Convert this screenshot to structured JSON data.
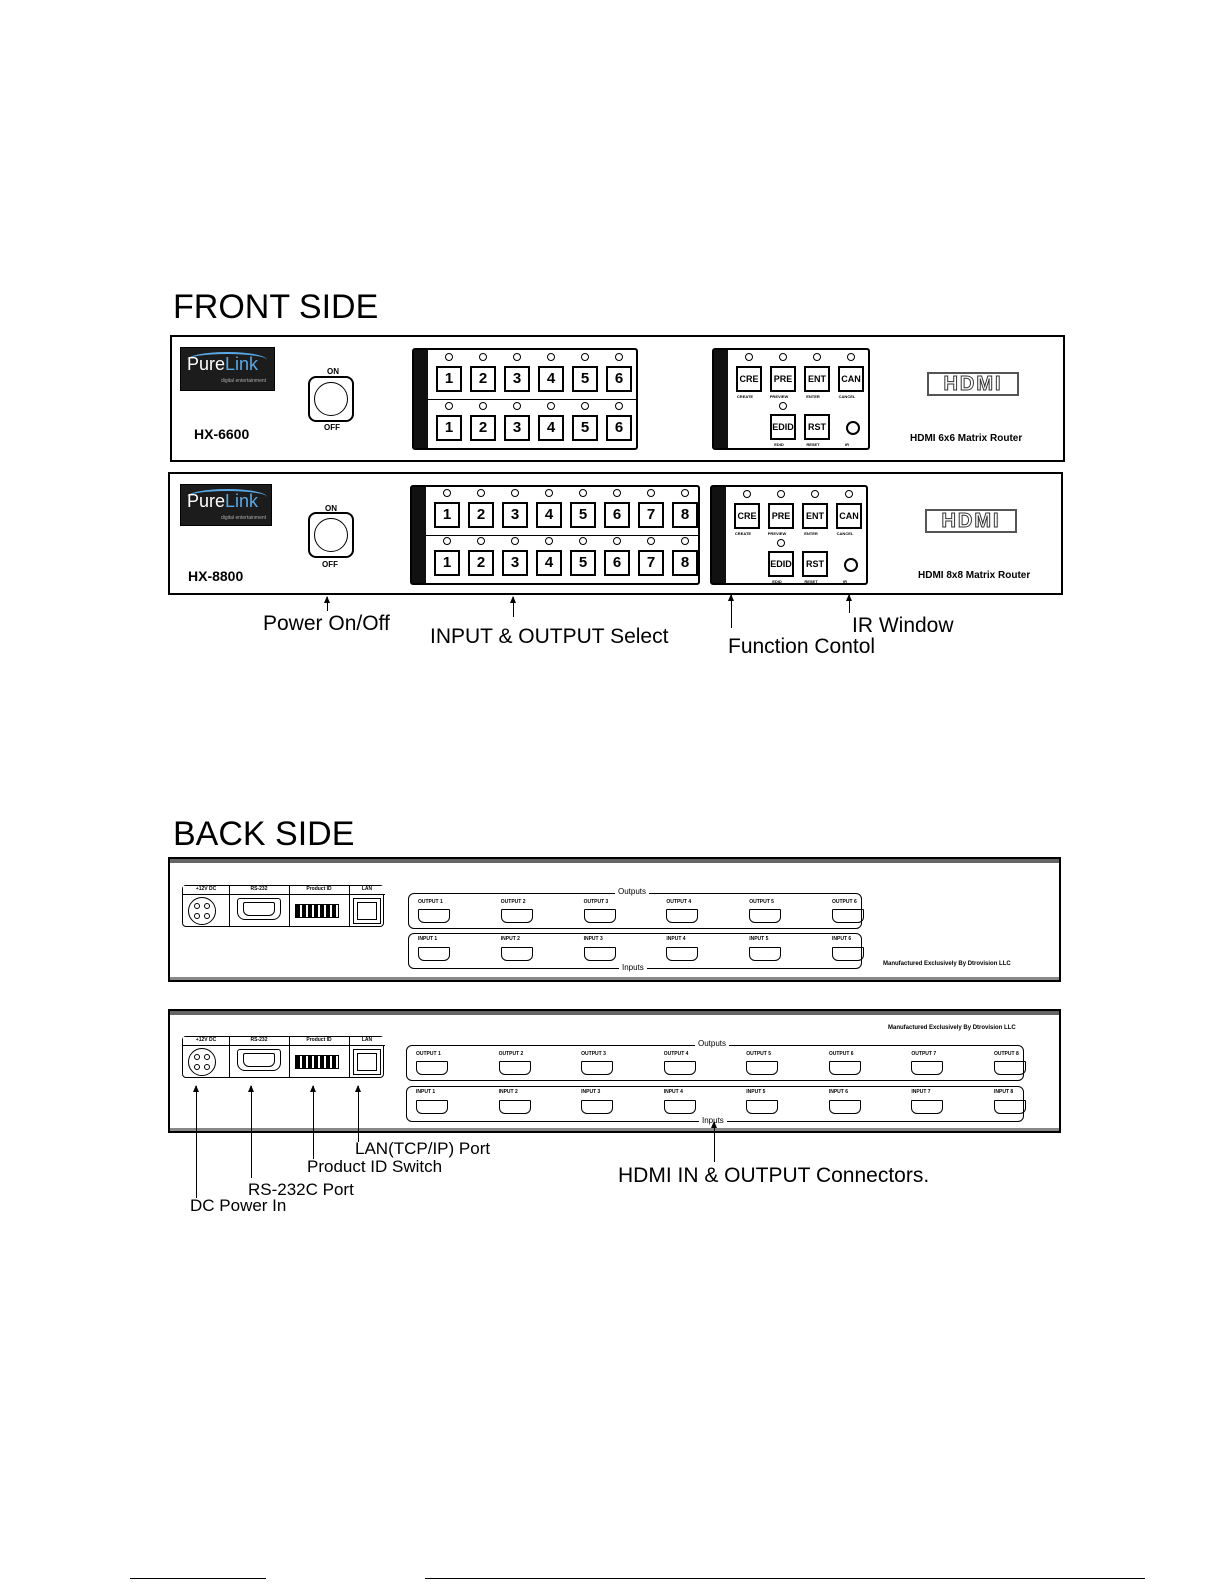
{
  "front": {
    "section_title": "FRONT SIDE",
    "units": [
      {
        "model": "HX-6600",
        "logo_pure": "Pure",
        "logo_link": "Link",
        "logo_tagline": "digital entertainment",
        "power_on": "ON",
        "power_off": "OFF",
        "buttons": [
          "1",
          "2",
          "3",
          "4",
          "5",
          "6"
        ],
        "functions": [
          "CRE",
          "PRE",
          "ENT",
          "CAN",
          "EDID",
          "RST"
        ],
        "function_subs": [
          "CREATE",
          "PREVIEW",
          "ENTER",
          "CANCEL",
          "EDID",
          "RESET",
          "IR"
        ],
        "hdmi_logo": "HDMI",
        "router_label": "HDMI 6x6 Matrix Router"
      },
      {
        "model": "HX-8800",
        "logo_pure": "Pure",
        "logo_link": "Link",
        "logo_tagline": "digital entertainment",
        "power_on": "ON",
        "power_off": "OFF",
        "buttons": [
          "1",
          "2",
          "3",
          "4",
          "5",
          "6",
          "7",
          "8"
        ],
        "functions": [
          "CRE",
          "PRE",
          "ENT",
          "CAN",
          "EDID",
          "RST"
        ],
        "function_subs": [
          "CREATE",
          "PREVIEW",
          "ENTER",
          "CANCEL",
          "EDID",
          "RESET",
          "IR"
        ],
        "hdmi_logo": "HDMI",
        "router_label": "HDMI 8x8 Matrix Router"
      }
    ],
    "callouts": {
      "power": "Power On/Off",
      "select": "INPUT & OUTPUT Select",
      "function": "Function Contol",
      "ir": "IR Window"
    }
  },
  "back": {
    "section_title": "BACK SIDE",
    "control_headers": [
      "+12V DC",
      "RS-232",
      "Product ID",
      "LAN"
    ],
    "outputs_label": "Outputs",
    "inputs_label": "Inputs",
    "manufacturer": "Manufactured Exclusively By Dtrovision LLC",
    "unit6": {
      "outputs": [
        "OUTPUT 1",
        "OUTPUT 2",
        "OUTPUT 3",
        "OUTPUT 4",
        "OUTPUT 5",
        "OUTPUT 6"
      ],
      "inputs": [
        "INPUT 1",
        "INPUT 2",
        "INPUT 3",
        "INPUT 4",
        "INPUT 5",
        "INPUT 6"
      ]
    },
    "unit8": {
      "outputs": [
        "OUTPUT 1",
        "OUTPUT 2",
        "OUTPUT 3",
        "OUTPUT 4",
        "OUTPUT 5",
        "OUTPUT 6",
        "OUTPUT 7",
        "OUTPUT 8"
      ],
      "inputs": [
        "INPUT 1",
        "INPUT 2",
        "INPUT 3",
        "INPUT 4",
        "INPUT 5",
        "INPUT 6",
        "INPUT 7",
        "INPUT 8"
      ]
    },
    "callouts": {
      "lan": "LAN(TCP/IP) Port",
      "product_id": "Product ID Switch",
      "rs232": "RS-232C Port",
      "dc": "DC Power In",
      "hdmi": "HDMI IN & OUTPUT Connectors."
    }
  }
}
